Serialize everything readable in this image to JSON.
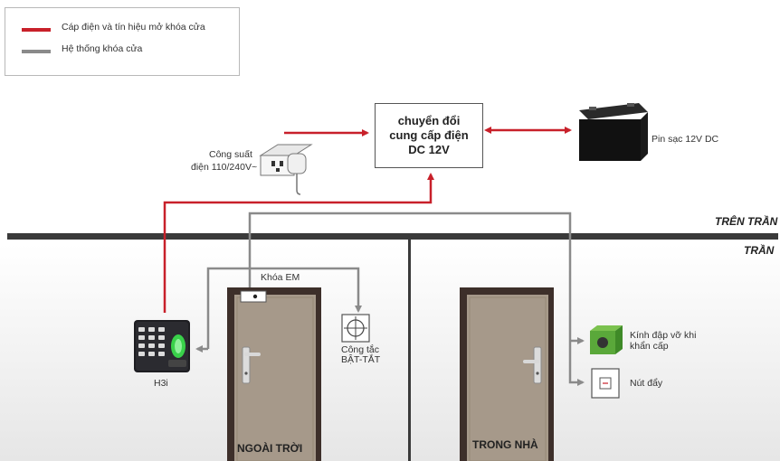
{
  "legend": {
    "items": [
      {
        "label": "Cáp điện và tín hiệu mở khóa cửa",
        "color": "#c8202a"
      },
      {
        "label": "Hệ thống khóa cửa",
        "color": "#8a8a8a"
      }
    ]
  },
  "converter": {
    "line1": "chuyển đổi",
    "line2": "cung cấp điện",
    "line3": "DC 12V"
  },
  "labels": {
    "battery": "Pin sạc 12V DC",
    "power_line1": "Công suất",
    "power_line2": "điện 110/240V~",
    "ceiling_above": "TRÊN TRẦN",
    "ceiling": "TRẦN",
    "em_lock": "Khóa EM",
    "switch_line1": "Công tắc",
    "switch_line2": "BẬT-TẮT",
    "break_glass_line1": "Kính đập vỡ khi",
    "break_glass_line2": "khẩn cấp",
    "push_button": "Nút đẩy",
    "h3i": "H3i",
    "outdoor": "NGOÀI TRỜI",
    "indoor": "TRONG NHÀ"
  },
  "colors": {
    "power": "#c8202a",
    "lock": "#8a8a8a",
    "door": "#a6998a",
    "door_frame": "#4a3a35",
    "ceiling": "#3a3a3a",
    "keypad": "#1e1e22",
    "break_glass": "#5aa83a"
  },
  "icons": [
    "battery-icon",
    "power-outlet-icon",
    "keypad-icon",
    "em-lock-icon",
    "switch-icon",
    "break-glass-icon",
    "push-button-icon",
    "door-handle-icon"
  ]
}
